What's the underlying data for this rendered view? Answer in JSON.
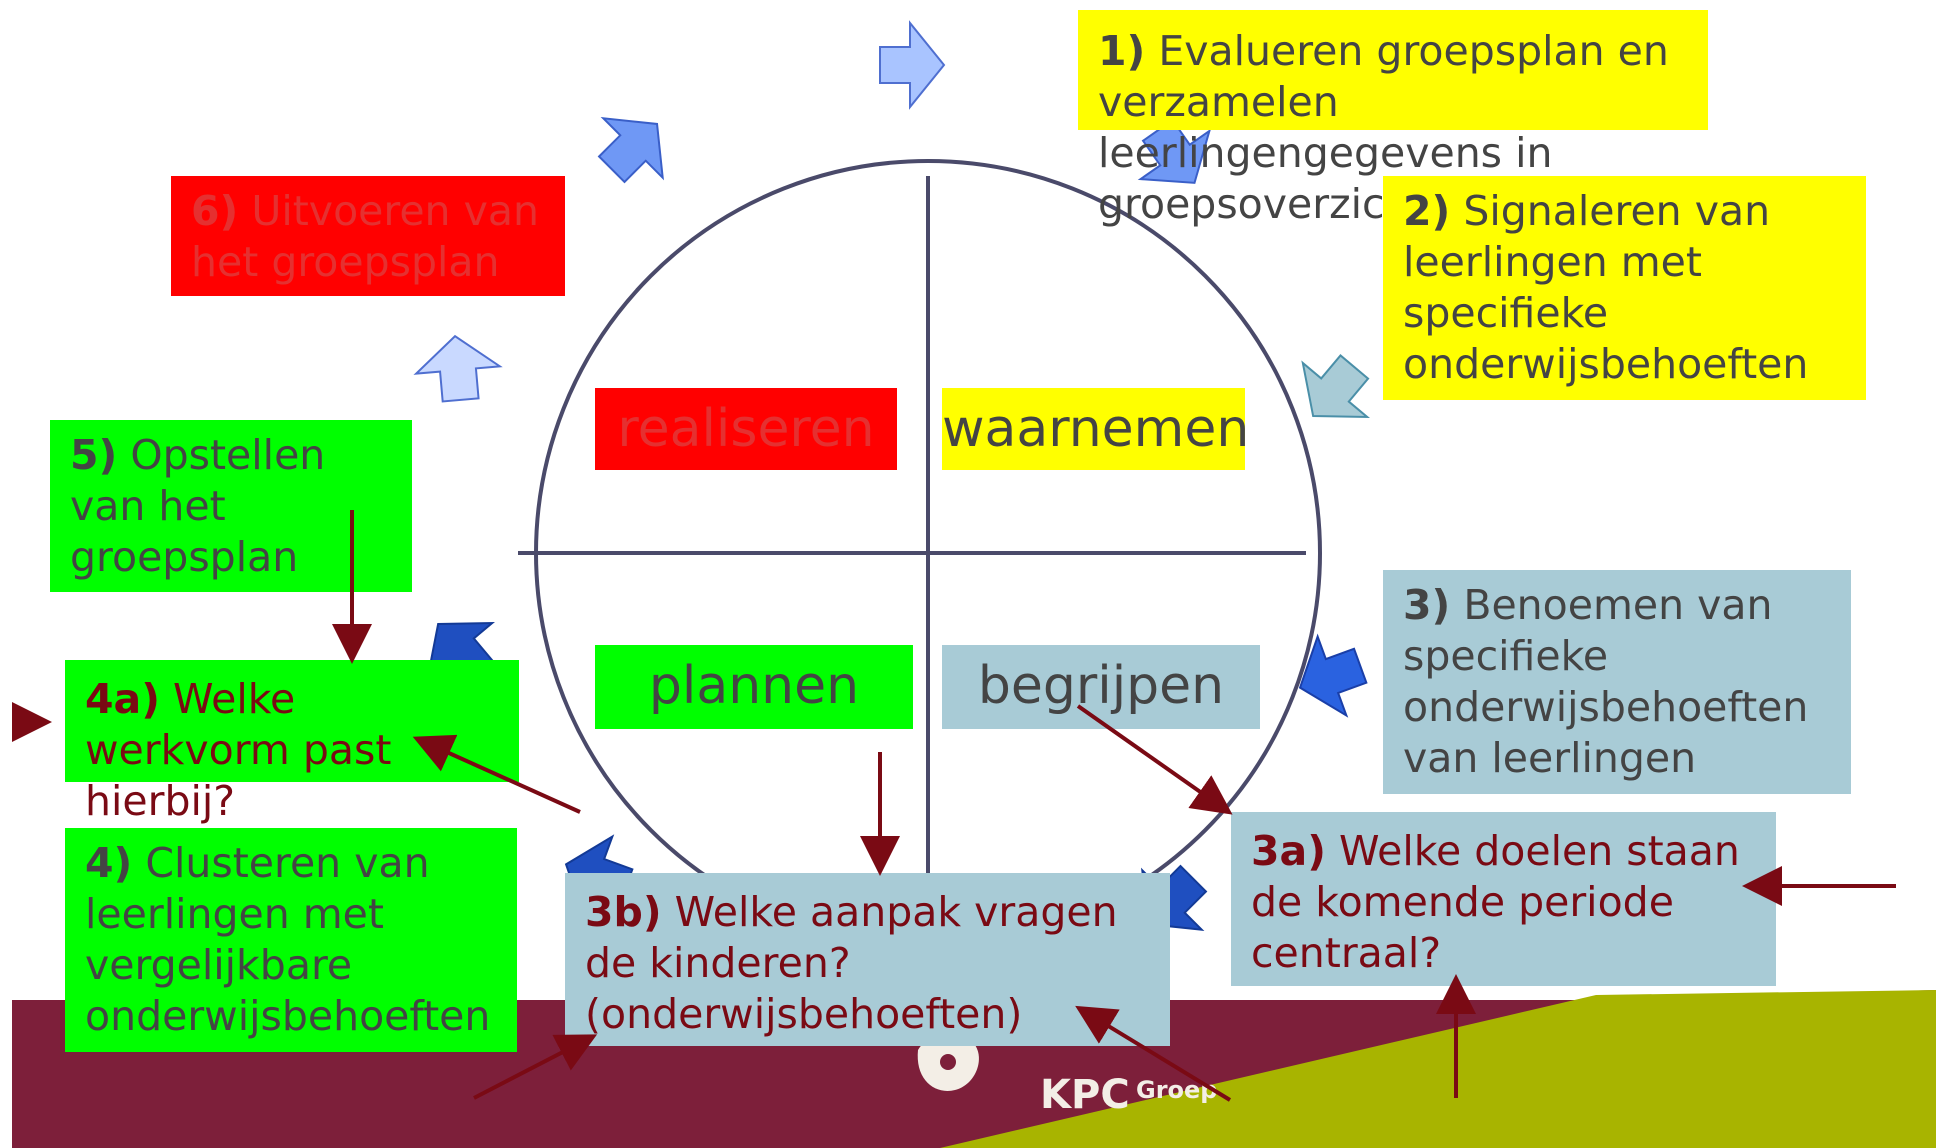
{
  "colors": {
    "yellow": "#ffff00",
    "red": "#ff0000",
    "green": "#00ff00",
    "light_blue": "#a8cbd6",
    "dark_red_arrow": "#7a0a14",
    "blue_arrow": "#5a8ff0",
    "footer_maroon": "#7d1f3a",
    "footer_lime": "#a8b400"
  },
  "steps": {
    "step1": {
      "num": "1)",
      "text": "Evalueren groepsplan en verzamelen leerlingengegevens in groepsoverzicht"
    },
    "step2": {
      "num": "2)",
      "text": "Signaleren van leerlingen met specifieke onderwijsbehoeften"
    },
    "step3": {
      "num": "3)",
      "text": "Benoemen van specifieke onderwijsbehoeften van leerlingen"
    },
    "step3a": {
      "num": "3a)",
      "text": "Welke doelen staan de komende periode centraal?"
    },
    "step3b": {
      "num": "3b)",
      "text": "Welke aanpak vragen de kinderen? (onderwijsbehoeften)"
    },
    "step4": {
      "num": "4)",
      "text": "Clusteren van leerlingen met vergelijkbare onderwijsbehoeften"
    },
    "step4a": {
      "num": "4a)",
      "text": "Welke werkvorm past hierbij?"
    },
    "step5": {
      "num": "5)",
      "text": "Opstellen van het groepsplan"
    },
    "step6": {
      "num": "6)",
      "text": "Uitvoeren van het groepsplan"
    }
  },
  "quadrants": {
    "realiseren": "realiseren",
    "waarnemen": "waarnemen",
    "plannen": "plannen",
    "begrijpen": "begrijpen"
  },
  "logo": {
    "name": "KPC",
    "suffix": "Groep"
  }
}
